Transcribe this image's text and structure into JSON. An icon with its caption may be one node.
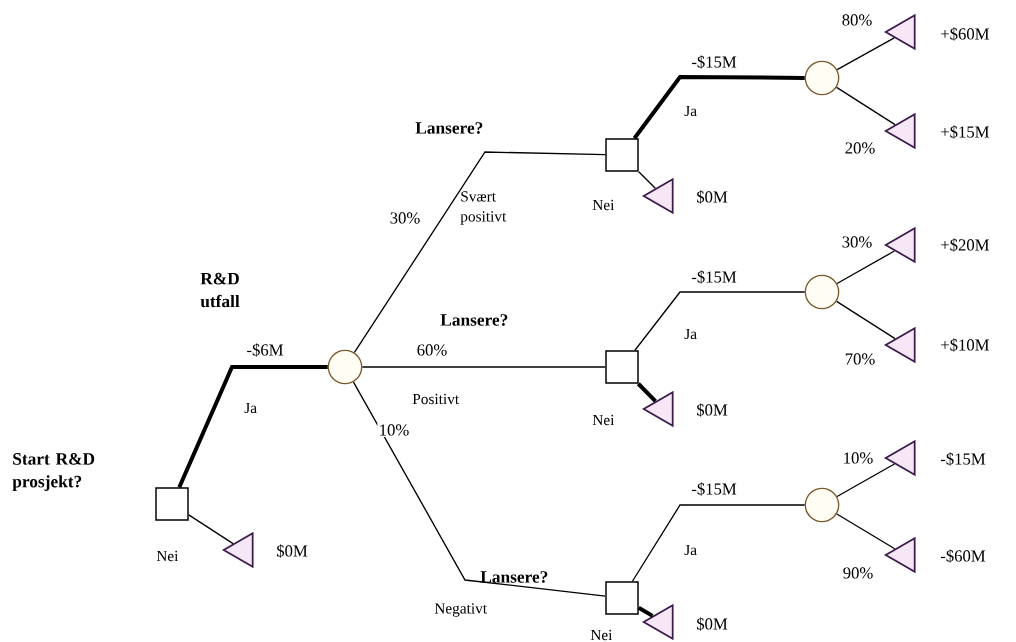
{
  "diagram": {
    "nodes": [
      {
        "text": [],
        "shape": "box",
        "beside": [
          "Start R&D prosjekt?"
        ]
      },
      {
        "text": [],
        "shape": "triangle",
        "beside": [
          "$0M"
        ]
      },
      {
        "text": [],
        "shape": "circle"
      },
      {
        "text": [],
        "shape": "box"
      },
      {
        "text": [],
        "shape": "circle"
      },
      {
        "text": [],
        "shape": "triangle",
        "beside": [
          "+$60M"
        ]
      },
      {
        "text": [],
        "shape": "triangle",
        "beside": [
          "+$15M"
        ]
      },
      {
        "text": [],
        "shape": "triangle",
        "beside": [
          "$0M"
        ]
      },
      {
        "text": [],
        "shape": "box"
      },
      {
        "text": [],
        "shape": "circle"
      },
      {
        "text": [],
        "shape": "triangle",
        "beside": [
          "+$20M"
        ]
      },
      {
        "text": [],
        "shape": "triangle",
        "beside": [
          "+$10M"
        ]
      },
      {
        "text": [],
        "shape": "triangle",
        "beside": [
          "$0M"
        ]
      },
      {
        "text": [],
        "shape": "box"
      },
      {
        "text": [],
        "shape": "circle"
      },
      {
        "text": [],
        "shape": "triangle",
        "beside": [
          "-$15M"
        ]
      },
      {
        "text": [],
        "shape": "triangle",
        "beside": [
          "-$60M"
        ]
      },
      {
        "text": [],
        "shape": "triangle",
        "beside": [
          "$0M"
        ]
      }
    ],
    "edges": [
      {
        "from": 0,
        "to": 2,
        "arrow": "none",
        "label": "-$6M",
        "style": "thick"
      },
      {
        "from": 0,
        "to": 1,
        "arrow": "none"
      },
      {
        "from": 2,
        "to": 3,
        "arrow": "none",
        "label": "30%"
      },
      {
        "from": 2,
        "to": 8,
        "arrow": "none",
        "label": "60%"
      },
      {
        "from": 2,
        "to": 13,
        "arrow": "none",
        "label": "10%"
      },
      {
        "from": 3,
        "to": 4,
        "arrow": "none",
        "label": "-$15M",
        "style": "thick"
      },
      {
        "from": 3,
        "to": 7,
        "arrow": "none"
      },
      {
        "from": 4,
        "to": 5,
        "arrow": "none",
        "label": "80%"
      },
      {
        "from": 4,
        "to": 6,
        "arrow": "none",
        "label": "20%"
      },
      {
        "from": 8,
        "to": 9,
        "arrow": "none",
        "label": "-$15M"
      },
      {
        "from": 8,
        "to": 12,
        "arrow": "none",
        "style": "thick"
      },
      {
        "from": 9,
        "to": 10,
        "arrow": "none",
        "label": "30%"
      },
      {
        "from": 9,
        "to": 11,
        "arrow": "none",
        "label": "70%"
      },
      {
        "from": 13,
        "to": 14,
        "arrow": "none",
        "label": "-$15M"
      },
      {
        "from": 13,
        "to": 17,
        "arrow": "none",
        "style": "thick"
      },
      {
        "from": 14,
        "to": 15,
        "arrow": "none",
        "label": "10%"
      },
      {
        "from": 14,
        "to": 16,
        "arrow": "none",
        "label": "90%"
      }
    ],
    "labels": [
      "Lansere?",
      "Ja",
      "Svært positivt",
      "Nei",
      "R&D utfall",
      "Lansere?",
      "Ja",
      "Positivt",
      "Ja",
      "Nei",
      "Ja",
      "Nei",
      "Lansere?",
      "Negativt",
      "Nei"
    ]
  }
}
